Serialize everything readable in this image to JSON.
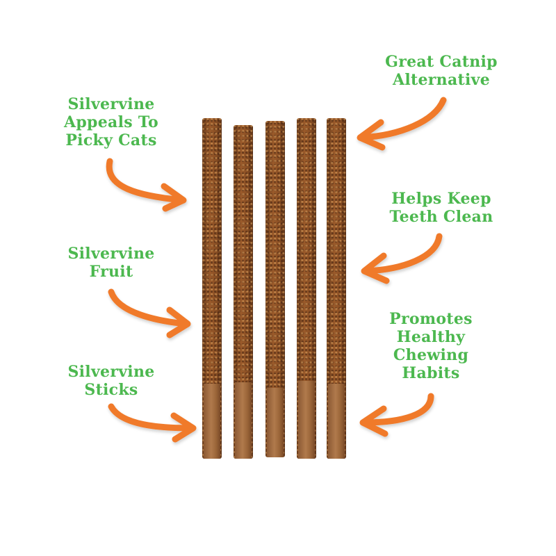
{
  "labels": {
    "top_left": [
      "Silvervine",
      "Appeals To",
      "Picky Cats"
    ],
    "mid_left": [
      "Silvervine",
      "Fruit"
    ],
    "bottom_left": [
      "Silvervine",
      "Sticks"
    ],
    "top_right": [
      "Great Catnip",
      "Alternative"
    ],
    "mid_right": [
      "Helps Keep",
      "Teeth Clean"
    ],
    "bottom_right": [
      "Promotes",
      "Healthy",
      "Chewing",
      "Habits"
    ]
  },
  "colors": {
    "label_green": "#4cb84f",
    "arrow_orange": "#f07a2a",
    "background": "#ffffff"
  },
  "product": {
    "item": "silvervine-stick",
    "count": 5
  }
}
